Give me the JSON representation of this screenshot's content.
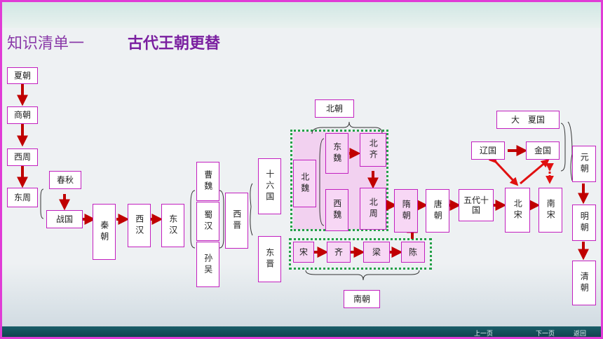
{
  "heading": {
    "prefix": "知识清单一",
    "main": "古代王朝更替"
  },
  "nodes": {
    "xia": "夏朝",
    "shang": "商朝",
    "xizhou": "西周",
    "dongzhou": "东周",
    "chunqiu": "春秋",
    "zhanguo": "战国",
    "qin": "秦朝",
    "xihan": "西汉",
    "donghan": "东汉",
    "caowei": "曹魏",
    "shuhan": "蜀汉",
    "sunwu": "孙吴",
    "xijin": "西晋",
    "shiliuguo": "十六国",
    "dongjin": "东晋",
    "beichao": "北朝",
    "beiwei": "北魏",
    "dongwei": "东魏",
    "beiqi": "北齐",
    "xiwei": "西魏",
    "beizhou": "北周",
    "song_s": "宋",
    "qi_s": "齐",
    "liang": "梁",
    "chen": "陈",
    "nanchao": "南朝",
    "sui": "隋朝",
    "tang": "唐朝",
    "wudai": "五代十国",
    "liao": "辽国",
    "daxia": "大　夏国",
    "jin": "金国",
    "beisong": "北宋",
    "nansong": "南宋",
    "yuan": "元朝",
    "ming": "明朝",
    "qing": "清朝"
  },
  "colors": {
    "border": "#c21fbf",
    "arrow": "#c00000",
    "dotted": "#23a047",
    "heading": "#7a1fa0"
  },
  "footer": {
    "prev": "上一页",
    "next": "下一页",
    "back": "返回"
  }
}
